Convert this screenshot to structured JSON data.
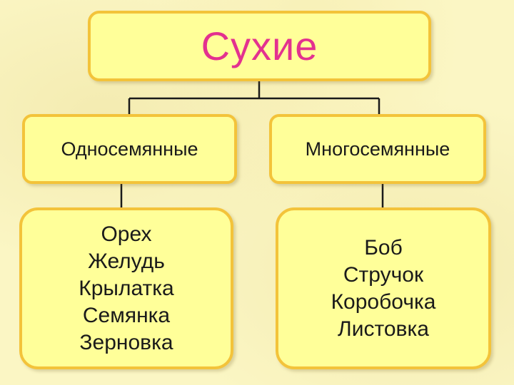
{
  "root": {
    "title": "Сухие"
  },
  "categories": [
    {
      "label": "Односемянные",
      "items": [
        "Орех",
        "Желудь",
        "Крылатка",
        "Семянка",
        "Зерновка"
      ]
    },
    {
      "label": "Многосемянные",
      "items": [
        "Боб",
        "Стручок",
        "Коробочка",
        "Листовка"
      ]
    }
  ],
  "colors": {
    "box_fill": "#ffff99",
    "box_border": "#f3c33a",
    "title": "#e3318f",
    "background": "#fbf6c4"
  }
}
